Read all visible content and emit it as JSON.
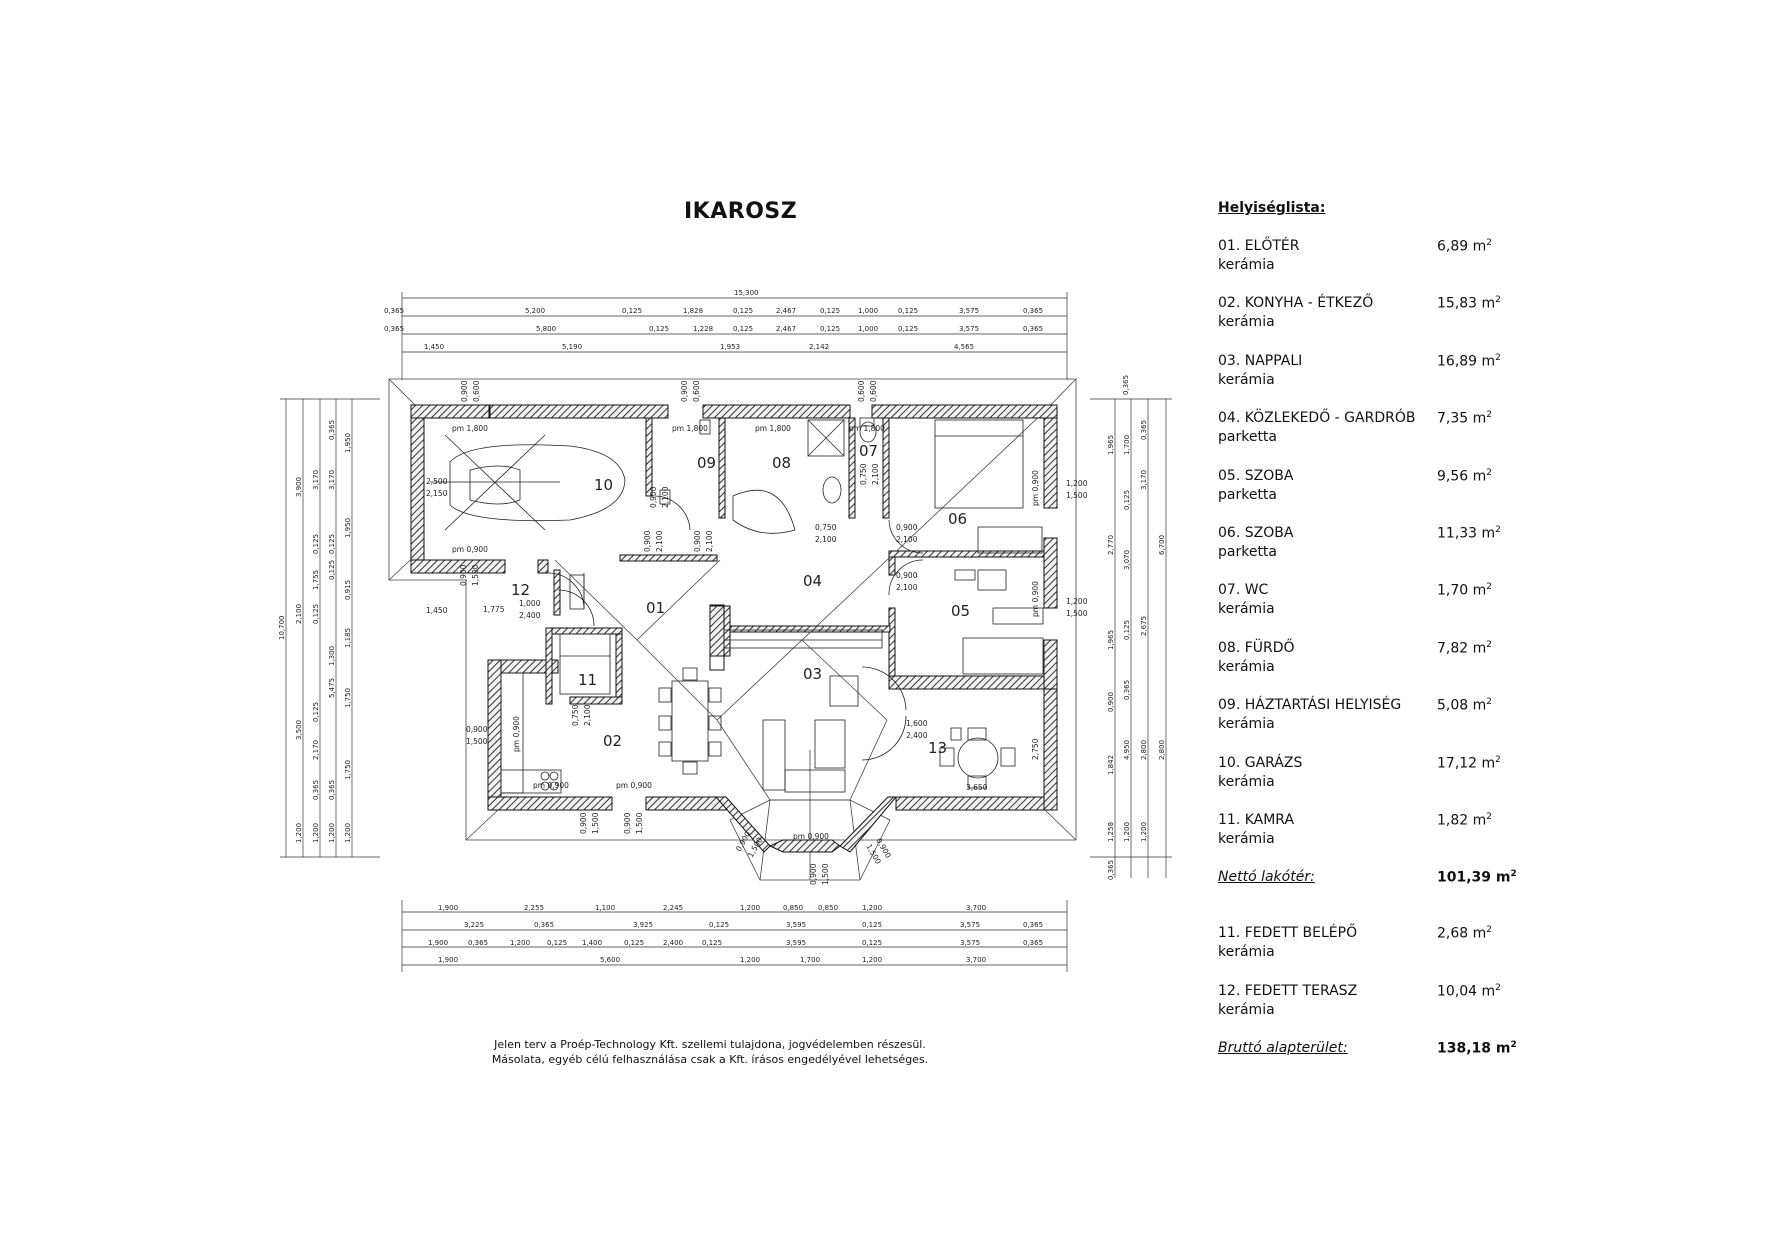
{
  "title": "IKAROSZ",
  "legend": {
    "heading": "Helyiséglista:",
    "rooms": [
      {
        "name": "01. ELŐTÉR",
        "floor": "kerámia",
        "area": "6,89 m",
        "unit_sup": "2"
      },
      {
        "name": "02. KONYHA - ÉTKEZŐ",
        "floor": "kerámia",
        "area": "15,83 m",
        "unit_sup": "2"
      },
      {
        "name": "03. NAPPALI",
        "floor": "kerámia",
        "area": "16,89 m",
        "unit_sup": "2"
      },
      {
        "name": "04. KÖZLEKEDŐ - GARDRÓB",
        "floor": "parketta",
        "area": "7,35 m",
        "unit_sup": "2"
      },
      {
        "name": "05. SZOBA",
        "floor": "parketta",
        "area": "9,56 m",
        "unit_sup": "2"
      },
      {
        "name": "06. SZOBA",
        "floor": "parketta",
        "area": "11,33 m",
        "unit_sup": "2"
      },
      {
        "name": "07. WC",
        "floor": "kerámia",
        "area": "1,70 m",
        "unit_sup": "2"
      },
      {
        "name": "08. FÜRDŐ",
        "floor": "kerámia",
        "area": "7,82 m",
        "unit_sup": "2"
      },
      {
        "name": "09. HÁZTARTÁSI HELYISÉG",
        "floor": "kerámia",
        "area": "5,08 m",
        "unit_sup": "2"
      },
      {
        "name": "10. GARÁZS",
        "floor": "kerámia",
        "area": "17,12 m",
        "unit_sup": "2"
      },
      {
        "name": "11. KAMRA",
        "floor": "kerámia",
        "area": "1,82 m",
        "unit_sup": "2"
      }
    ],
    "net_label": "Nettó lakótér:",
    "net_area": "101,39 m",
    "extra_rooms": [
      {
        "name": "11. FEDETT BELÉPŐ",
        "floor": "kerámia",
        "area": "2,68 m",
        "unit_sup": "2"
      },
      {
        "name": "12. FEDETT  TERASZ",
        "floor": "kerámia",
        "area": "10,04 m",
        "unit_sup": "2"
      }
    ],
    "gross_label": "Bruttó alapterület:",
    "gross_area": "138,18 m"
  },
  "plan": {
    "room_numbers": {
      "r01": "01",
      "r02": "02",
      "r03": "03",
      "r04": "04",
      "r05": "05",
      "r06": "06",
      "r07": "07",
      "r08": "08",
      "r09": "09",
      "r10": "10",
      "r11": "11",
      "r12": "12",
      "r13": "13"
    },
    "top_dims": {
      "total": "15,300",
      "row1": [
        "0,365",
        "5,200",
        "0,125",
        "1,828",
        "0,125",
        "2,467",
        "0,125",
        "1,000",
        "0,125",
        "3,575",
        "0,365"
      ],
      "row2": [
        "0,365",
        "5,800",
        "0,125",
        "1,228",
        "0,125",
        "2,467",
        "0,125",
        "1,000",
        "0,125",
        "3,575",
        "0,365"
      ],
      "row3": [
        "1,450",
        "5,190",
        "1,953",
        "2,142",
        "4,565"
      ]
    },
    "bottom_dims": {
      "row1": [
        "1,900",
        "2,255",
        "1,100",
        "2,245",
        "1,200",
        "0,850",
        "0,850",
        "1,200",
        "3,700"
      ],
      "row2": [
        "3,225",
        "0,365",
        "3,925",
        "0,125",
        "3,595",
        "0,125",
        "3,575",
        "0,365"
      ],
      "row3": [
        "1,900",
        "0,365",
        "1,200",
        "0,125",
        "1,400",
        "0,125",
        "2,400",
        "0,125",
        "3,595",
        "0,125",
        "3,575",
        "0,365"
      ],
      "row4": [
        "1,900",
        "5,600",
        "1,200",
        "1,700",
        "1,200",
        "3,700"
      ]
    },
    "left_dims": {
      "total": "10,700",
      "c1": [
        "3,900",
        "2,100",
        "3,500",
        "1,200"
      ],
      "c2": [
        "3,170",
        "0,125",
        "1,755",
        "0,125",
        "5,475",
        "0,125",
        "2,170",
        "0,365",
        "1,200"
      ],
      "c3": [
        "0,365",
        "3,170",
        "0,125",
        "0,125",
        "1,300",
        "0,365",
        "1,200"
      ],
      "c4": [
        "1,950",
        "1,950",
        "0,915",
        "1,185",
        "1,750",
        "1,750",
        "1,200"
      ]
    },
    "right_dims": {
      "total": "6,700",
      "c1": [
        "0,365",
        "1,965",
        "2,770",
        "1,965",
        "0,900",
        "1,842",
        "1,258",
        "0,365"
      ],
      "c2": [
        "1,700",
        "0,125",
        "3,070",
        "0,125",
        "0,365",
        "4,950",
        "1,200"
      ],
      "c3": [
        "0,365",
        "3,170",
        "2,675",
        "2,800",
        "2,800",
        "1,200"
      ]
    },
    "openings": {
      "pm1800_a": "pm 1,800",
      "pm1800_b": "pm 1,800",
      "pm1800_c": "pm 1,800",
      "pm1800_d": "pm 1,800",
      "pm900_garage": "pm 0,900",
      "pm900_kitchen_a": "pm 0,900",
      "pm900_kitchen_b": "pm 0,900",
      "pm900_bay": "pm 0,900",
      "pm900_r06": "pm 0,900",
      "pm900_r05": "pm 0,900",
      "pm900_w02": "pm 0,900",
      "gate_w": "2,500",
      "gate_h": "2,150",
      "door_12_w": "1,000",
      "door_12_h": "2,400",
      "door_12_x": "1,775",
      "d09_w": "0,900",
      "d09_h": "2,100",
      "d08_w": "0,900",
      "d08_h": "2,100",
      "d10_w": "0,900",
      "d10_h": "2,100",
      "d07_w": "0,750",
      "d07_h": "2,100",
      "d07b_w": "0,750",
      "d07b_h": "2,100",
      "d06_w": "0,900",
      "d06_h": "2,100",
      "d05_w": "0,900",
      "d05_h": "2,100",
      "d11_w": "0,750",
      "d11_h": "2,100",
      "d13_w": "1,600",
      "d13_h": "2,400",
      "w06_w": "1,200",
      "w06_h": "1,500",
      "w05_w": "1,200",
      "w05_h": "1,500",
      "w02_w": "0,900",
      "w02_h": "1,500",
      "wb1_w": "0,900",
      "wb1_h": "1,500",
      "wb2_w": "0,900",
      "wb2_h": "1,500",
      "wb3_w": "0,900",
      "wb3_h": "1,500",
      "wb4_w": "0,900",
      "wb4_h": "1,500",
      "wb5_w": "0,900",
      "wb5_h": "1,500",
      "wtop1_w": "0,900",
      "wtop1_h": "0,600",
      "wtop2_w": "0,900",
      "wtop2_h": "0,600",
      "wtop3_w": "0,600",
      "wtop3_h": "0,600",
      "wgar_w": "0,900",
      "wgar_h": "1,500",
      "wgar2_w": "1,450",
      "terrace_w": "3,650",
      "terrace_h": "2,750"
    }
  },
  "note": {
    "line1": "Jelen terv a Proép-Technology Kft. szellemi tulajdona, jogvédelemben részesül.",
    "line2": "Másolata, egyéb célú felhasználása csak a Kft. írásos engedélyével lehetséges."
  }
}
